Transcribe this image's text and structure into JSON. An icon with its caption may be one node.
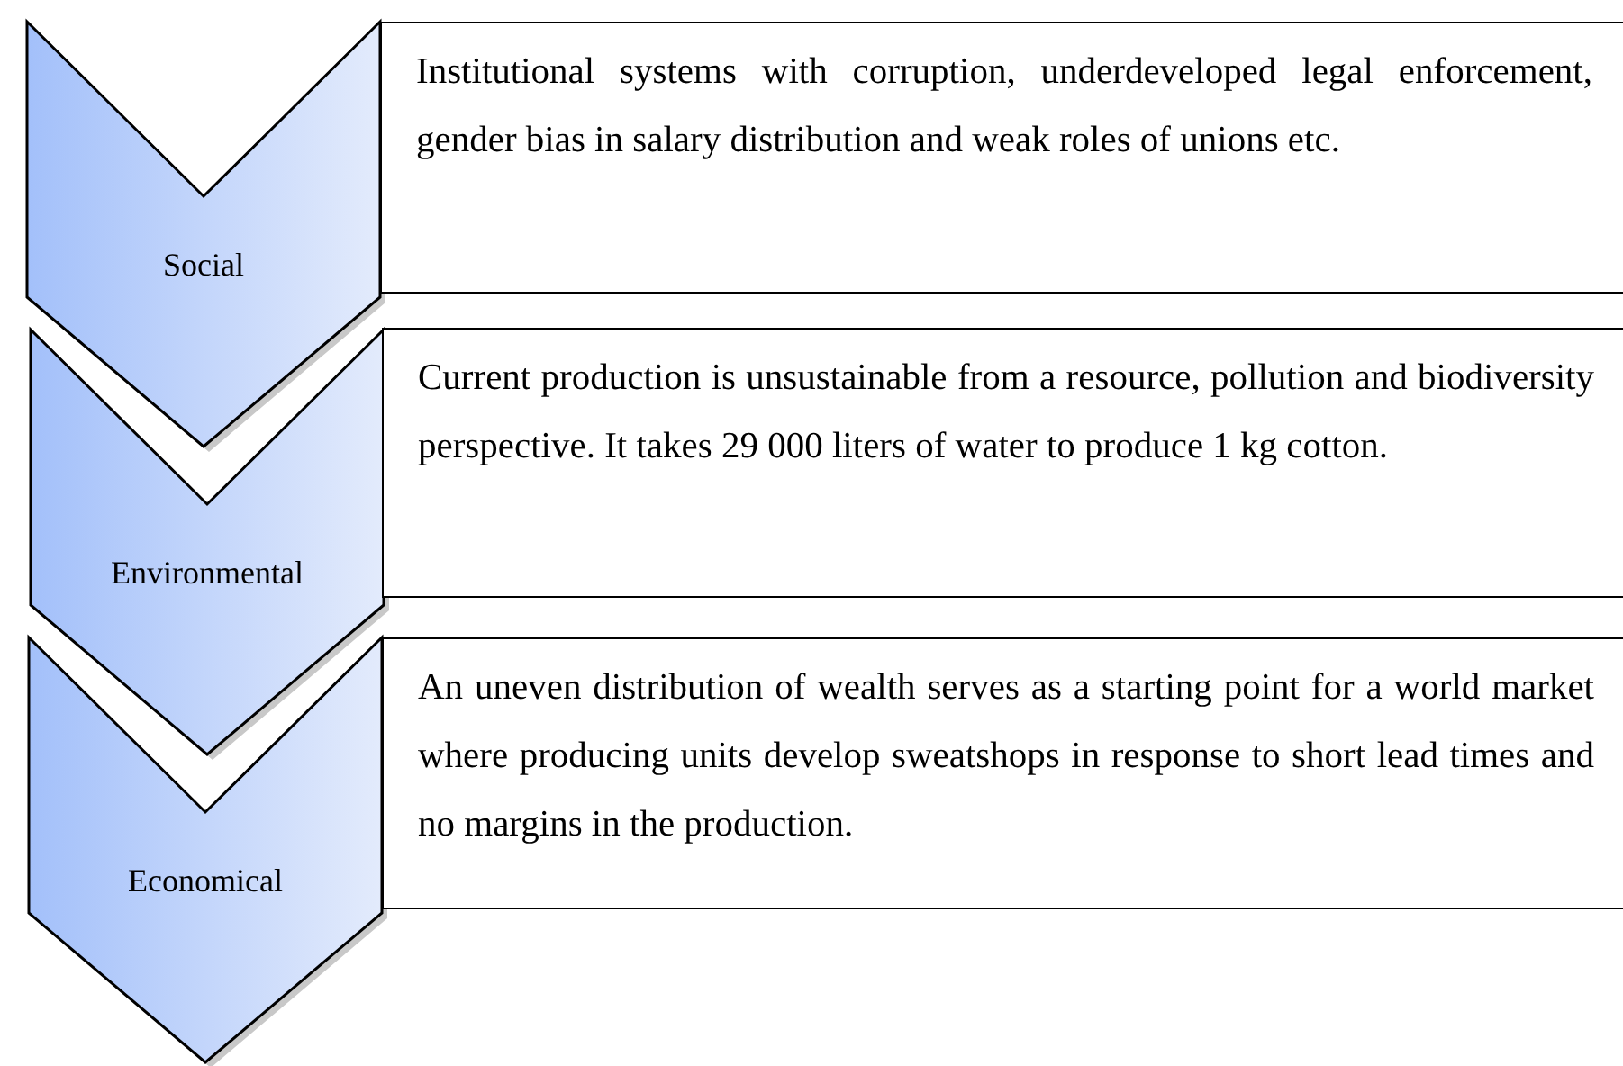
{
  "diagram": {
    "nodes": [
      {
        "text": [
          "Social"
        ]
      },
      {
        "text": [
          "Institutional systems with corruption, underdeveloped legal enforcement, gender bias in salary distribution and weak roles of unions etc."
        ]
      },
      {
        "text": [
          "Environmental"
        ]
      },
      {
        "text": [
          "Current production is unsustainable from a resource, pollution and biodiversity perspective. It takes 29 000 liters of water to produce 1 kg cotton."
        ]
      },
      {
        "text": [
          "Economical"
        ]
      },
      {
        "text": [
          "An uneven distribution of wealth serves as a starting point for a world market where producing units develop sweatshops in response to short lead times and no margins in the production."
        ]
      }
    ]
  }
}
